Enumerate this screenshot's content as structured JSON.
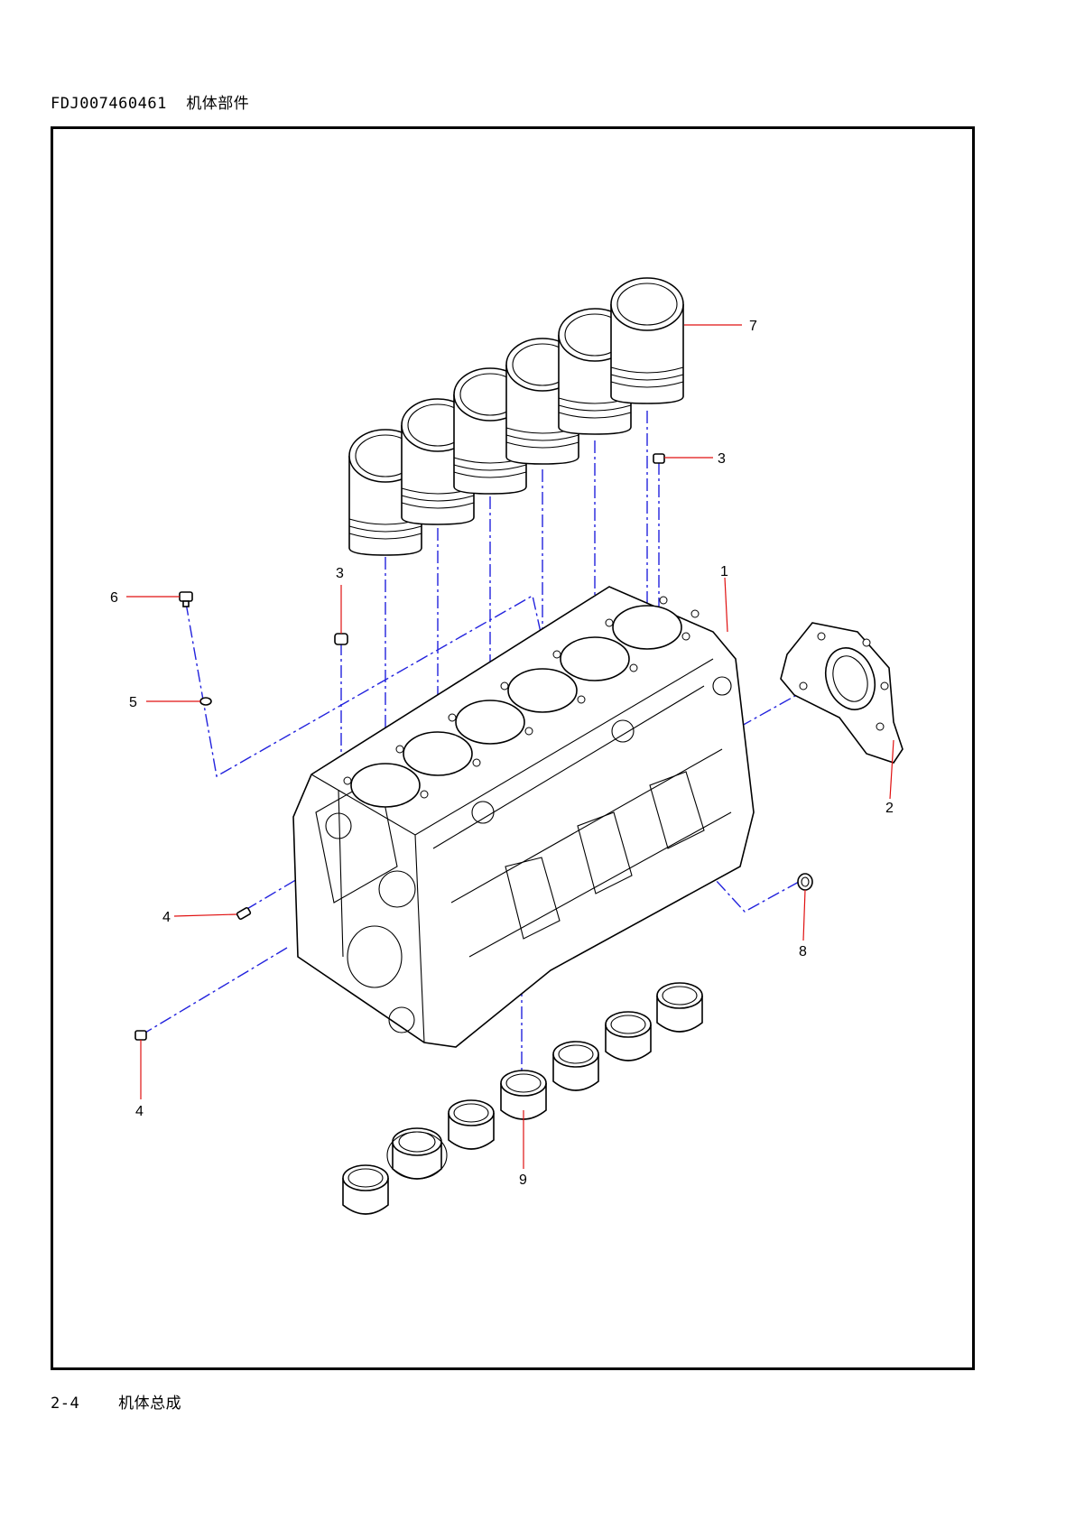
{
  "header": {
    "code": "FDJ007460461",
    "title": "机体部件"
  },
  "footer": {
    "section": "2-4",
    "title": "机体总成"
  },
  "callouts": {
    "c1": "1",
    "c2": "2",
    "c3a": "3",
    "c3b": "3",
    "c4a": "4",
    "c4b": "4",
    "c5": "5",
    "c6": "6",
    "c7": "7",
    "c8": "8",
    "c9": "9"
  },
  "colors": {
    "centerline": "#2222dd",
    "leader": "#e01010",
    "part": "#000000"
  }
}
